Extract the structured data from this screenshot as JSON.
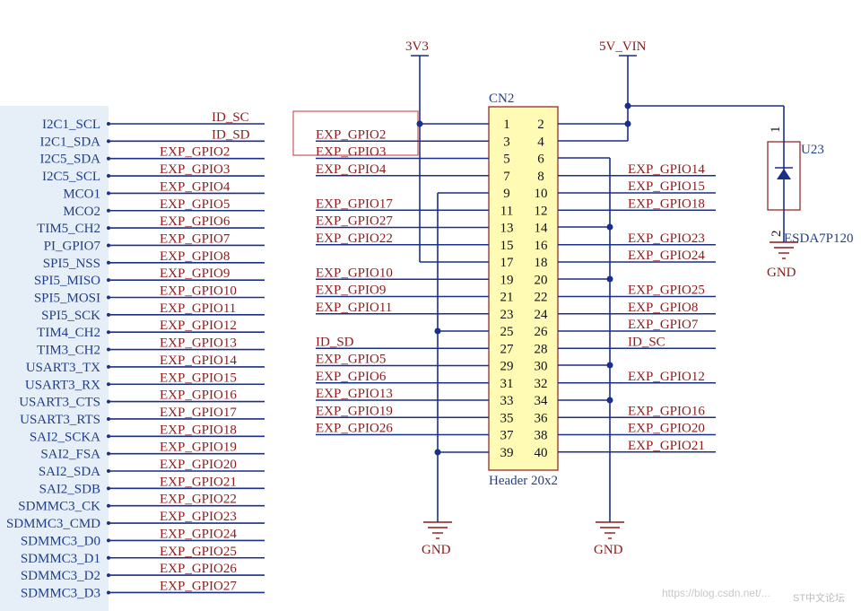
{
  "mcu_nets": [
    "I2C1_SCL",
    "I2C1_SDA",
    "I2C5_SDA",
    "I2C5_SCL",
    "MCO1",
    "MCO2",
    "TIM5_CH2",
    "PI_GPIO7",
    "SPI5_NSS",
    "SPI5_MISO",
    "SPI5_MOSI",
    "SPI5_SCK",
    "TIM4_CH2",
    "TIM3_CH2",
    "USART3_TX",
    "USART3_RX",
    "USART3_CTS",
    "USART3_RTS",
    "SAI2_SCKA",
    "SAI2_FSA",
    "SAI2_SDA",
    "SAI2_SDB",
    "SDMMC3_CK",
    "SDMMC3_CMD",
    "SDMMC3_D0",
    "SDMMC3_D1",
    "SDMMC3_D2",
    "SDMMC3_D3"
  ],
  "left_labels": [
    "ID_SC",
    "ID_SD",
    "EXP_GPIO2",
    "EXP_GPIO3",
    "EXP_GPIO4",
    "EXP_GPIO5",
    "EXP_GPIO6",
    "EXP_GPIO7",
    "EXP_GPIO8",
    "EXP_GPIO9",
    "EXP_GPIO10",
    "EXP_GPIO11",
    "EXP_GPIO12",
    "EXP_GPIO13",
    "EXP_GPIO14",
    "EXP_GPIO15",
    "EXP_GPIO16",
    "EXP_GPIO17",
    "EXP_GPIO18",
    "EXP_GPIO19",
    "EXP_GPIO20",
    "EXP_GPIO21",
    "EXP_GPIO22",
    "EXP_GPIO23",
    "EXP_GPIO24",
    "EXP_GPIO25",
    "EXP_GPIO26",
    "EXP_GPIO27"
  ],
  "connector": {
    "designator": "CN2",
    "part": "Header 20x2",
    "odd_pins": [
      "1",
      "3",
      "5",
      "7",
      "9",
      "11",
      "13",
      "15",
      "17",
      "19",
      "21",
      "23",
      "25",
      "27",
      "29",
      "31",
      "33",
      "35",
      "37",
      "39"
    ],
    "even_pins": [
      "2",
      "4",
      "6",
      "8",
      "10",
      "12",
      "14",
      "16",
      "18",
      "20",
      "22",
      "24",
      "26",
      "28",
      "30",
      "32",
      "34",
      "36",
      "38",
      "40"
    ],
    "odd_nets": [
      "",
      "EXP_GPIO2",
      "EXP_GPIO3",
      "EXP_GPIO4",
      "",
      "EXP_GPIO17",
      "EXP_GPIO27",
      "EXP_GPIO22",
      "",
      "EXP_GPIO10",
      "EXP_GPIO9",
      "EXP_GPIO11",
      "",
      "ID_SD",
      "EXP_GPIO5",
      "EXP_GPIO6",
      "EXP_GPIO13",
      "EXP_GPIO19",
      "EXP_GPIO26",
      ""
    ],
    "even_nets": [
      "",
      "",
      "",
      "EXP_GPIO14",
      "EXP_GPIO15",
      "EXP_GPIO18",
      "",
      "EXP_GPIO23",
      "EXP_GPIO24",
      "",
      "EXP_GPIO25",
      "EXP_GPIO8",
      "EXP_GPIO7",
      "ID_SC",
      "",
      "EXP_GPIO12",
      "",
      "EXP_GPIO16",
      "EXP_GPIO20",
      "EXP_GPIO21"
    ]
  },
  "power": {
    "v33": "3V3",
    "v5": "5V_VIN",
    "gnd1": "GND",
    "gnd2": "GND",
    "gnd3": "GND"
  },
  "esd": {
    "designator": "U23",
    "part": "ESDA7P120",
    "pin1": "1",
    "pin2": "2"
  },
  "watermark": {
    "url": "https://blog.csdn.net/...",
    "brand": "ST中文论坛"
  },
  "colors": {
    "wire": "#1a2f8a",
    "net_label": "#8b1a1a",
    "connector_fill": "#fffbb4",
    "connector_border": "#8b1a1a",
    "mcu_panel": "#e6eef7",
    "highlight": "#cc3333"
  }
}
